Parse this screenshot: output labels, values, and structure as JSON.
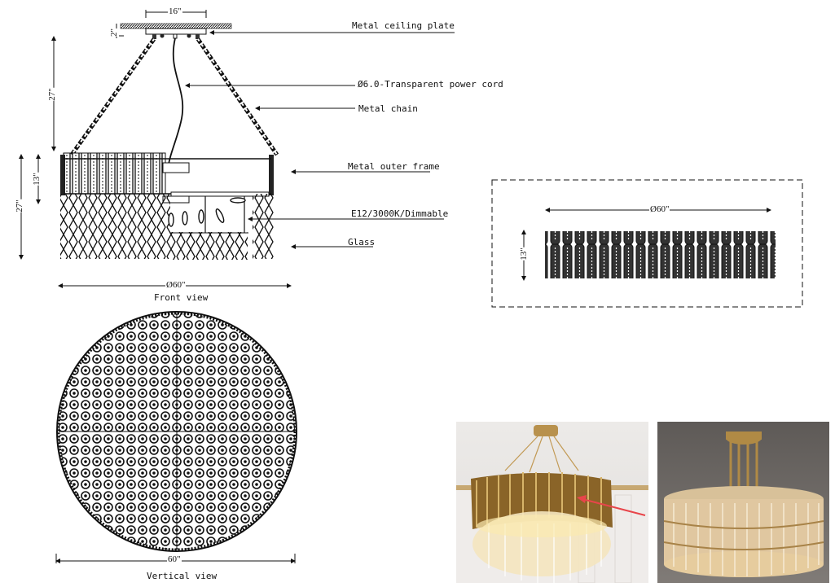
{
  "front_view": {
    "caption": "Front view",
    "dimensions": {
      "plate_width": "16\"",
      "plate_height": "2\"",
      "chain_length": "27\"",
      "frame_height": "13\"",
      "total_body_height": "27\"",
      "diameter": "Ø60\""
    },
    "callouts": [
      {
        "id": "plate",
        "label": "Metal ceiling plate"
      },
      {
        "id": "cord",
        "label": "Ø6.0-Transparent power cord"
      },
      {
        "id": "chain",
        "label": "Metal chain"
      },
      {
        "id": "frame",
        "label": "Metal outer frame"
      },
      {
        "id": "bulb",
        "label": "E12/3000K/Dimmable"
      },
      {
        "id": "glass",
        "label": "Glass"
      }
    ]
  },
  "side_view": {
    "diameter": "Ø60\"",
    "height": "13\""
  },
  "vertical_view": {
    "caption": "Vertical view",
    "diameter": "60\""
  },
  "photos": [
    {
      "id": "gold-frame-photo",
      "description": "Gold-frame crystal chandelier with red arrow pointing at metal frame",
      "arrow_color": "#e8454a",
      "background": "#e9e6e3"
    },
    {
      "id": "glass-tier-photo",
      "description": "Three-tier glass chandelier on brass rods",
      "background": "#6d6966"
    }
  ],
  "colors": {
    "line": "#111111",
    "gold": "#b08a45",
    "arrow": "#e8454a"
  }
}
